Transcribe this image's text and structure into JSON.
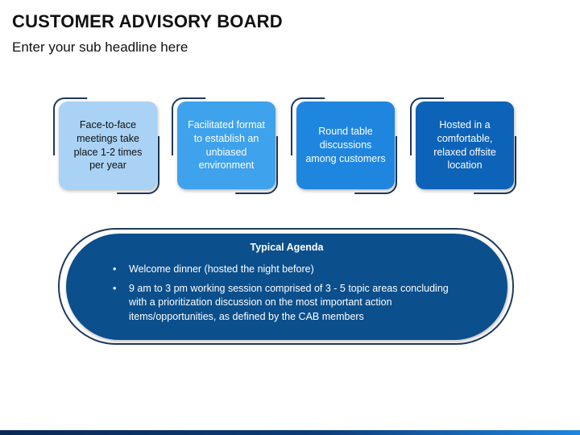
{
  "header": {
    "title": "CUSTOMER ADVISORY BOARD",
    "subtitle": "Enter your sub headline here"
  },
  "cards": [
    {
      "text": "Face-to-face meetings take place 1-2 times per year",
      "color": "#a9d2f5"
    },
    {
      "text": "Facilitated format to establish an unbiased environment",
      "color": "#3fa2ec"
    },
    {
      "text": "Round table discussions among customers",
      "color": "#1f86e0"
    },
    {
      "text": "Hosted in a comfortable, relaxed offsite location",
      "color": "#0d63b8"
    }
  ],
  "agenda": {
    "title": "Typical Agenda",
    "items": [
      "Welcome dinner (hosted the night before)",
      "9 am to 3 pm working session comprised of 3 - 5 topic areas concluding with a prioritization discussion on the most important action items/opportunities, as defined by the CAB members"
    ],
    "color": "#0b4f8c"
  },
  "colors": {
    "outline": "#1f3a5c",
    "bottom_bar": "#0d3c78"
  }
}
